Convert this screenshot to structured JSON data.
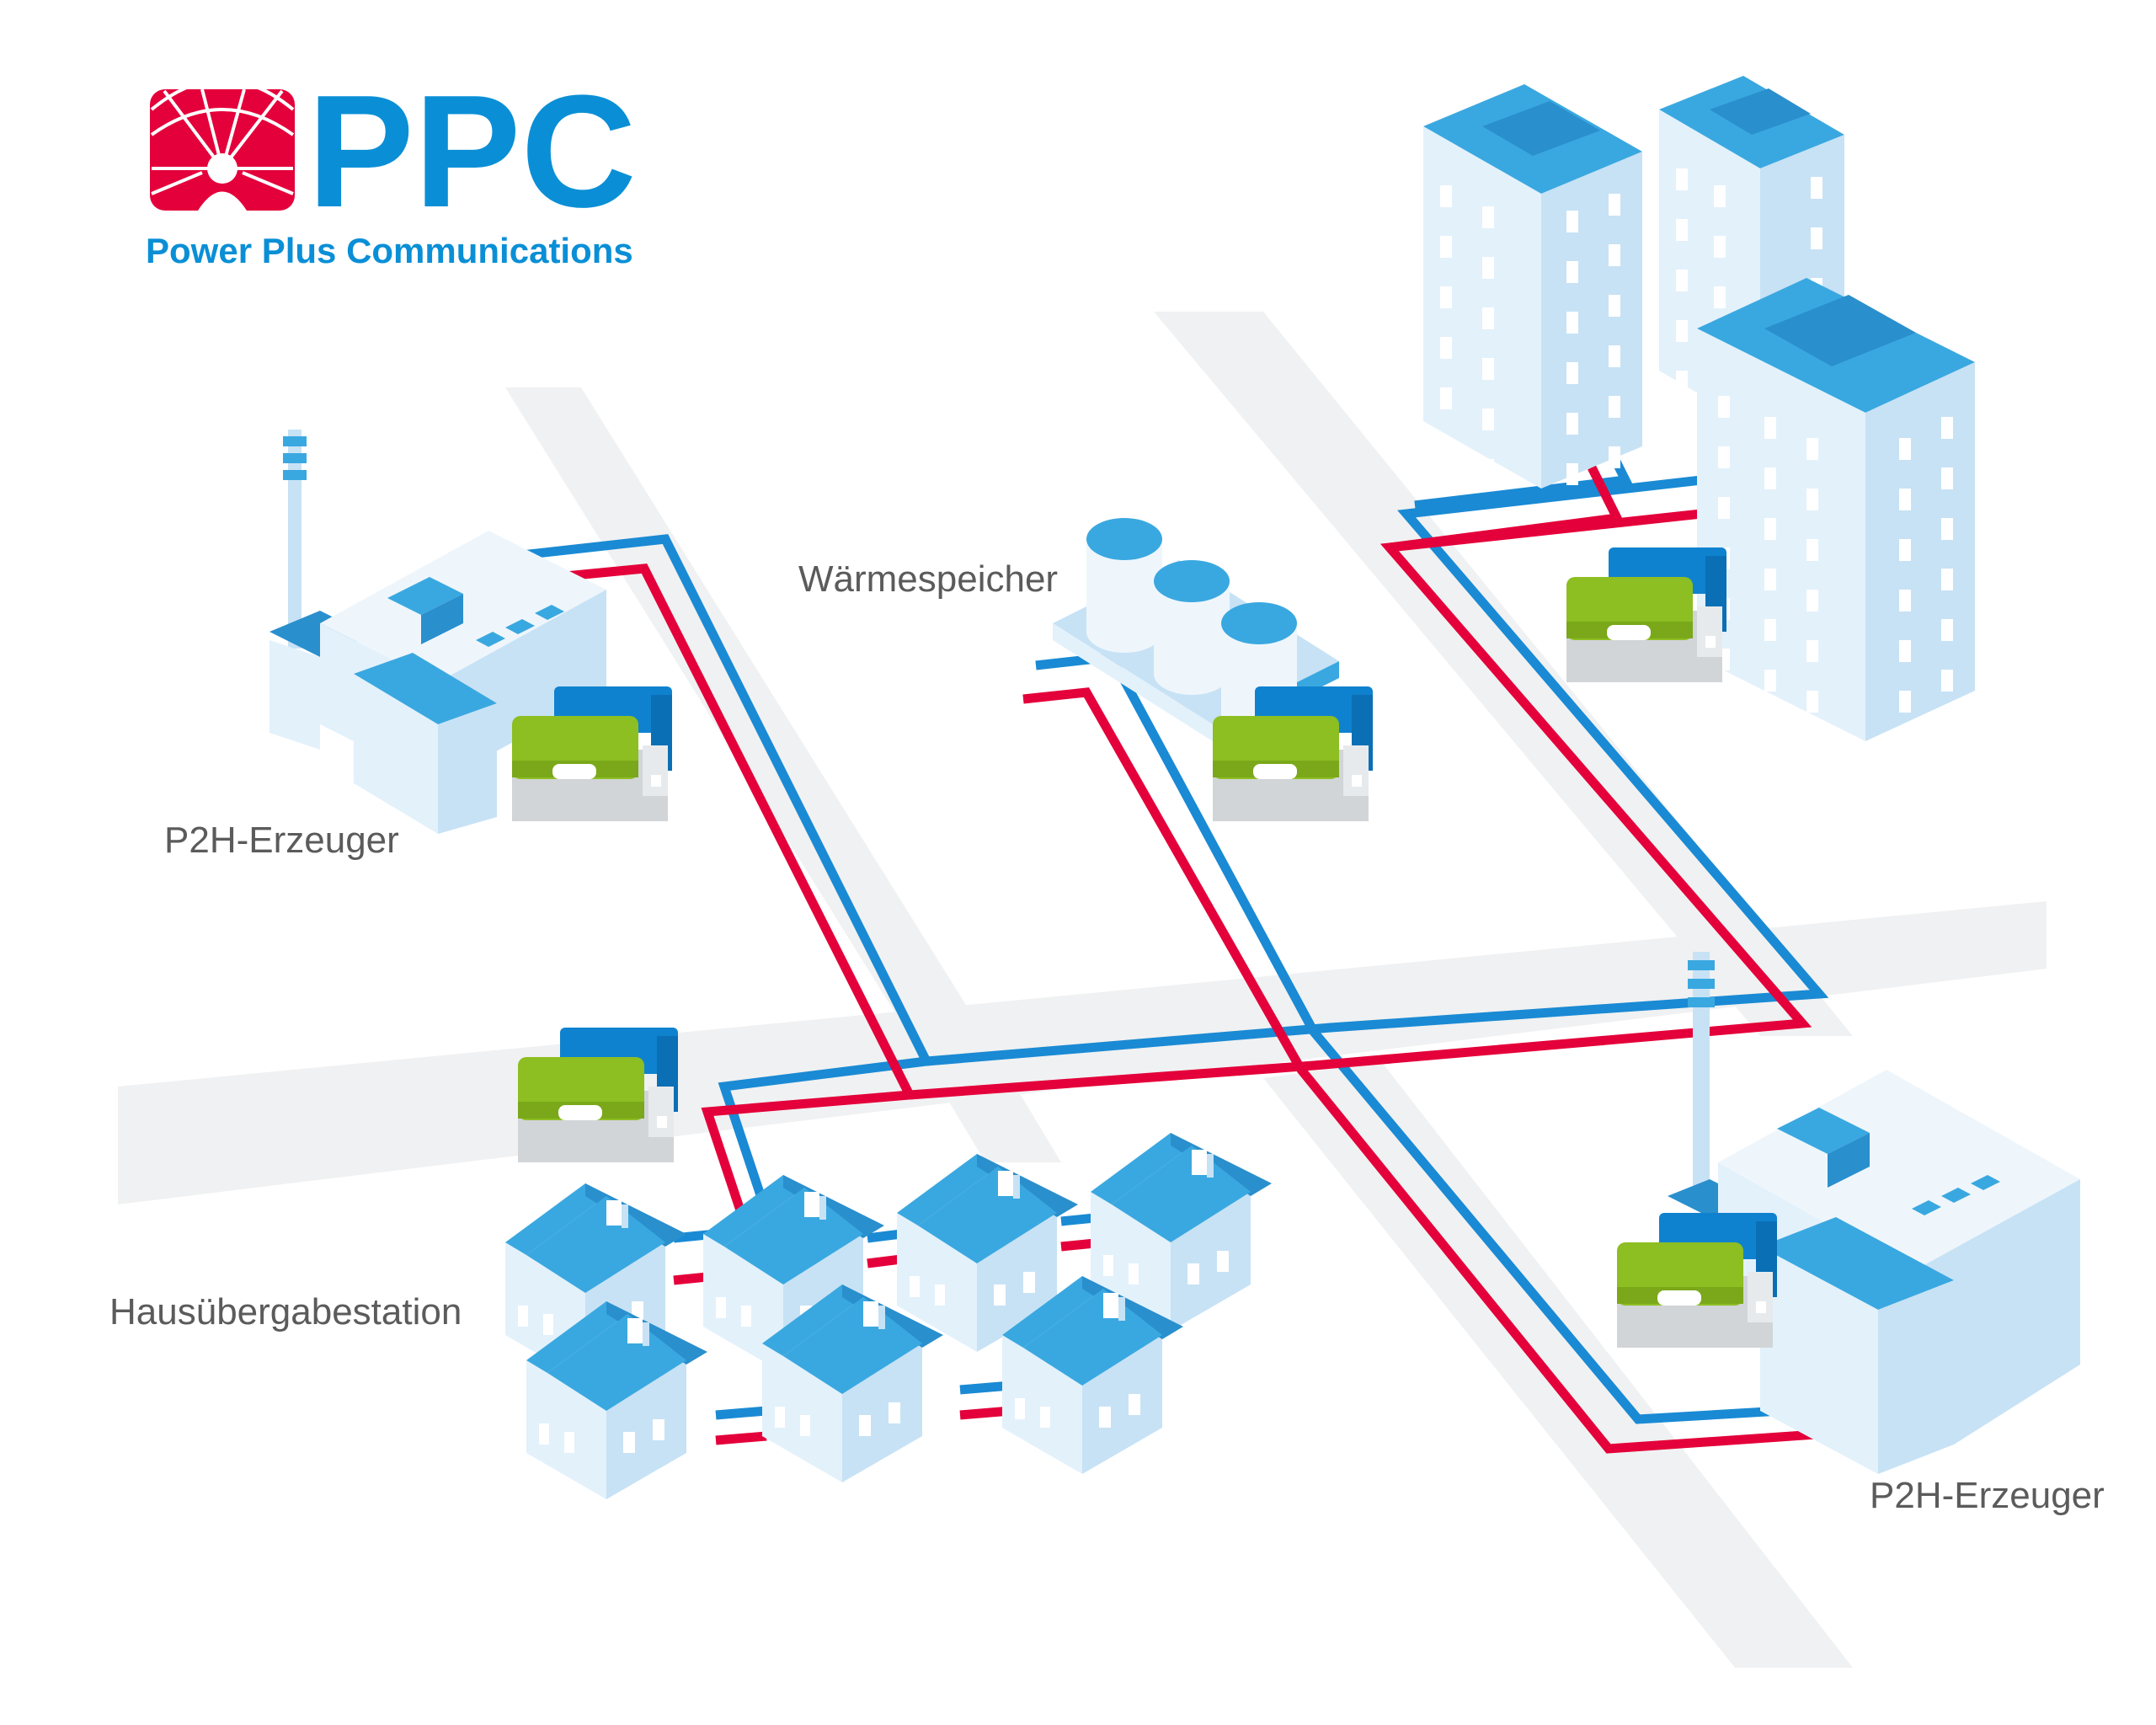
{
  "logo": {
    "wordmark": "PPC",
    "tagline": "Power Plus Communications",
    "brand_blue": "#0a8fd6",
    "brand_red": "#e4003a"
  },
  "labels": {
    "producer_left": "P2H-Erzeuger",
    "storage": "Wärmespeicher",
    "producer_right": "P2H-Erzeuger",
    "house_station": "Hausübergabestation"
  },
  "colors": {
    "supply_pipe": "#e4003a",
    "return_pipe": "#1a8ad4",
    "building_face_light": "#e3f1fb",
    "building_face_mid": "#c7e2f5",
    "building_roof": "#3aa8e0",
    "street": "#f0f1f2",
    "gateway_green": "#8dbe22",
    "gateway_blue": "#0f82cf",
    "gateway_grey": "#d1d5d8"
  },
  "icons": [
    "logo-net-icon",
    "power-plant-icon",
    "heat-storage-tanks-icon",
    "apartment-tower-icon",
    "house-icon",
    "smart-meter-gateway-icon"
  ]
}
